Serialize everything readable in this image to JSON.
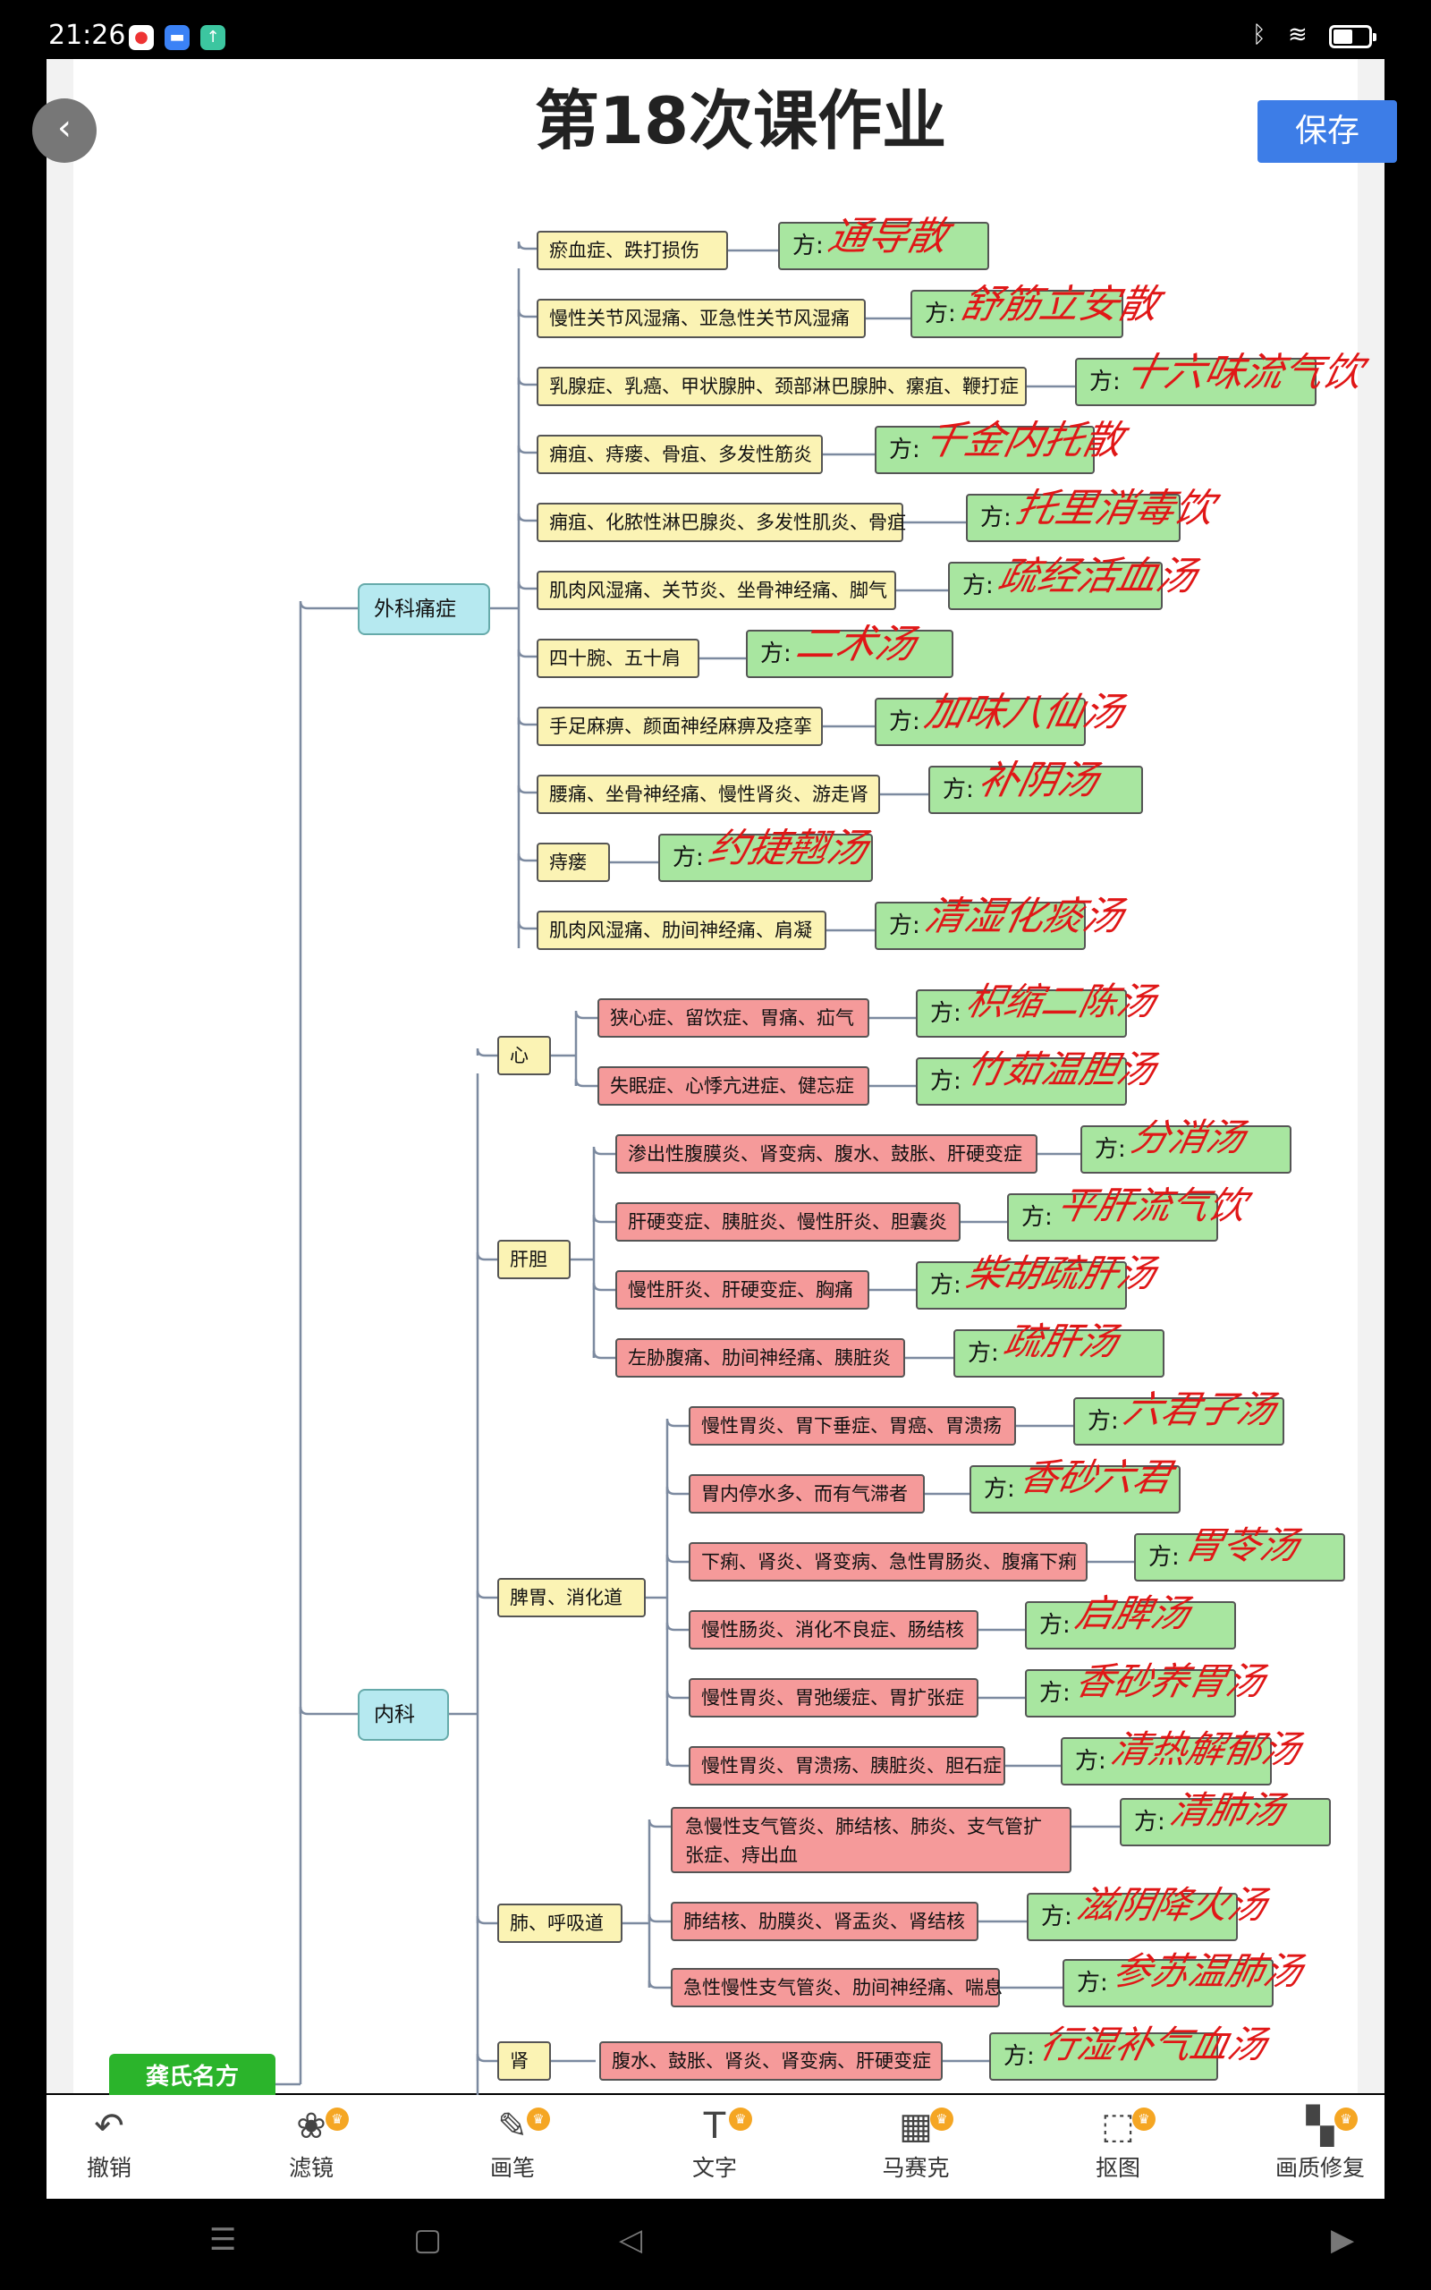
{
  "status_bar": {
    "time": "21:26",
    "battery_level": 0.5
  },
  "header": {
    "title": "第18次课作业",
    "save_label": "保存"
  },
  "mindmap": {
    "root": "龚氏名方",
    "fang_prefix": "方:",
    "categories": [
      {
        "label": "外科痛症"
      },
      {
        "label": "内科"
      }
    ],
    "waike": [
      {
        "text": "瘀血症、跌打损伤",
        "fang": "通导散"
      },
      {
        "text": "慢性关节风湿痛、亚急性关节风湿痛",
        "fang": "舒筋立安散"
      },
      {
        "text": "乳腺症、乳癌、甲状腺肿、颈部淋巴腺肿、瘰疽、鞭打症",
        "fang": "十六味流气饮"
      },
      {
        "text": "痈疽、痔瘘、骨疽、多发性筋炎",
        "fang": "千金内托散"
      },
      {
        "text": "痈疽、化脓性淋巴腺炎、多发性肌炎、骨疽",
        "fang": "托里消毒饮"
      },
      {
        "text": "肌肉风湿痛、关节炎、坐骨神经痛、脚气",
        "fang": "疏经活血汤"
      },
      {
        "text": "四十腕、五十肩",
        "fang": "二术汤"
      },
      {
        "text": "手足麻痹、颜面神经麻痹及痉挛",
        "fang": "加味八仙汤"
      },
      {
        "text": "腰痛、坐骨神经痛、慢性肾炎、游走肾",
        "fang": "补阴汤"
      },
      {
        "text": "痔瘘",
        "fang": "约捷翹汤"
      },
      {
        "text": "肌肉风湿痛、肋间神经痛、肩凝",
        "fang": "清湿化痰汤"
      }
    ],
    "neike_groups": {
      "xin": {
        "label": "心",
        "items": [
          {
            "text": "狭心症、留饮症、胃痛、疝气",
            "fang": "枳缩二陈汤"
          },
          {
            "text": "失眠症、心悸亢进症、健忘症",
            "fang": "竹茹温胆汤"
          }
        ]
      },
      "gandan": {
        "label": "肝胆",
        "items": [
          {
            "text": "渗出性腹膜炎、肾变病、腹水、鼓胀、肝硬变症",
            "fang": "分消汤"
          },
          {
            "text": "肝硬变症、胰脏炎、慢性肝炎、胆囊炎",
            "fang": "平肝流气饮"
          },
          {
            "text": "慢性肝炎、肝硬变症、胸痛",
            "fang": "柴胡疏肝汤"
          },
          {
            "text": "左胁腹痛、肋间神经痛、胰脏炎",
            "fang": "疏肝汤"
          }
        ]
      },
      "piwei": {
        "label": "脾胃、消化道",
        "items": [
          {
            "text": "慢性胃炎、胃下垂症、胃癌、胃溃疡",
            "fang": "六君子汤"
          },
          {
            "text": "胃内停水多、而有气滞者",
            "fang": "香砂六君"
          },
          {
            "text": "下痢、肾炎、肾变病、急性胃肠炎、腹痛下痢",
            "fang": "胃苓汤"
          },
          {
            "text": "慢性肠炎、消化不良症、肠结核",
            "fang": "启脾汤"
          },
          {
            "text": "慢性胃炎、胃弛缓症、胃扩张症",
            "fang": "香砂养胃汤"
          },
          {
            "text": "慢性胃炎、胃溃疡、胰脏炎、胆石症",
            "fang": "清热解郁汤"
          }
        ]
      },
      "fei": {
        "label": "肺、呼吸道",
        "items": [
          {
            "text": "急慢性支气管炎、肺结核、肺炎、支气管扩张症、痔出血",
            "fang": "清肺汤"
          },
          {
            "text": "肺结核、肋膜炎、肾盂炎、肾结核",
            "fang": "滋阴降火汤"
          },
          {
            "text": "急性慢性支气管炎、肋间神经痛、喘息",
            "fang": "参苏温肺汤"
          }
        ]
      },
      "shen": {
        "label": "肾",
        "items": [
          {
            "text": "腹水、鼓胀、肾炎、肾变病、肝硬变症",
            "fang": "行湿补气血汤"
          }
        ]
      }
    }
  },
  "toolbar": [
    {
      "icon": "undo-icon",
      "label": "撤销",
      "premium": false
    },
    {
      "icon": "filter-icon",
      "label": "滤镜",
      "premium": true
    },
    {
      "icon": "pen-icon",
      "label": "画笔",
      "premium": true
    },
    {
      "icon": "text-icon",
      "label": "文字",
      "premium": true
    },
    {
      "icon": "mosaic-icon",
      "label": "马赛克",
      "premium": true
    },
    {
      "icon": "cutout-icon",
      "label": "抠图",
      "premium": true
    },
    {
      "icon": "enhance-icon",
      "label": "画质修复",
      "premium": true
    }
  ]
}
